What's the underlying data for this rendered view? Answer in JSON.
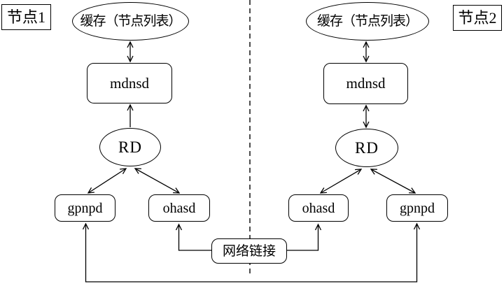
{
  "colors": {
    "line": "#000000",
    "background": "#ffffff"
  },
  "node1": {
    "label": "节点1",
    "cache": "缓存（节点列表）",
    "mdnsd": "mdnsd",
    "rd": "RD",
    "gpnpd": "gpnpd",
    "ohasd": "ohasd"
  },
  "node2": {
    "label": "节点2",
    "cache": "缓存（节点列表）",
    "mdnsd": "mdnsd",
    "rd": "RD",
    "gpnpd": "gpnpd",
    "ohasd": "ohasd"
  },
  "network_link": {
    "label": "网络链接"
  }
}
